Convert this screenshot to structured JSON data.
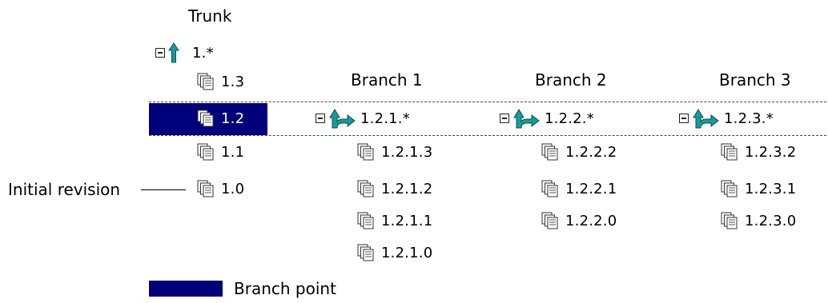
{
  "headings": {
    "trunk": "Trunk",
    "branch1": "Branch 1",
    "branch2": "Branch 2",
    "branch3": "Branch 3"
  },
  "trunk": {
    "head_label": "1.*",
    "revisions": [
      "1.3",
      "1.2",
      "1.1",
      "1.0"
    ]
  },
  "branches": [
    {
      "head_label": "1.2.1.*",
      "revisions": [
        "1.2.1.3",
        "1.2.1.2",
        "1.2.1.1",
        "1.2.1.0"
      ]
    },
    {
      "head_label": "1.2.2.*",
      "revisions": [
        "1.2.2.2",
        "1.2.2.1",
        "1.2.2.0"
      ]
    },
    {
      "head_label": "1.2.3.*",
      "revisions": [
        "1.2.3.2",
        "1.2.3.1",
        "1.2.3.0"
      ]
    }
  ],
  "callout": {
    "initial_revision": "Initial revision"
  },
  "legend": {
    "branch_point": "Branch point",
    "color": "#00007b"
  },
  "icons": {
    "trunk": "trunk-arrow-icon",
    "branch": "branch-arrow-icon",
    "revision": "revision-file-icon",
    "collapse": "collapse-minus-icon"
  },
  "colors": {
    "selection": "#00007b",
    "icon_teal": "#1a9a9a"
  }
}
